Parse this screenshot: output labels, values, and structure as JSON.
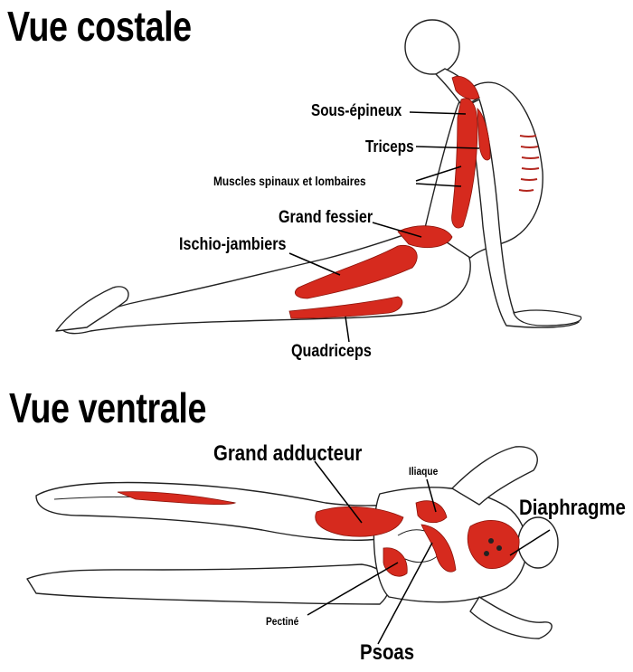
{
  "section_top": {
    "title": "Vue costale"
  },
  "section_bottom": {
    "title": "Vue ventrale"
  },
  "labels_top": {
    "sous_epineux": "Sous-épineux",
    "triceps": "Triceps",
    "spinaux": "Muscles spinaux et lombaires",
    "grand_fessier": "Grand fessier",
    "ischio": "Ischio-jambiers",
    "quadriceps": "Quadriceps"
  },
  "labels_bottom": {
    "grand_adducteur": "Grand adducteur",
    "iliaque": "Iliaque",
    "diaphragme": "Diaphragme",
    "pectine": "Pectiné",
    "psoas": "Psoas"
  },
  "colors": {
    "muscle": "#d62a1e",
    "muscle_dark": "#a8160e",
    "outline": "#222222",
    "skin": "#ffffff"
  }
}
